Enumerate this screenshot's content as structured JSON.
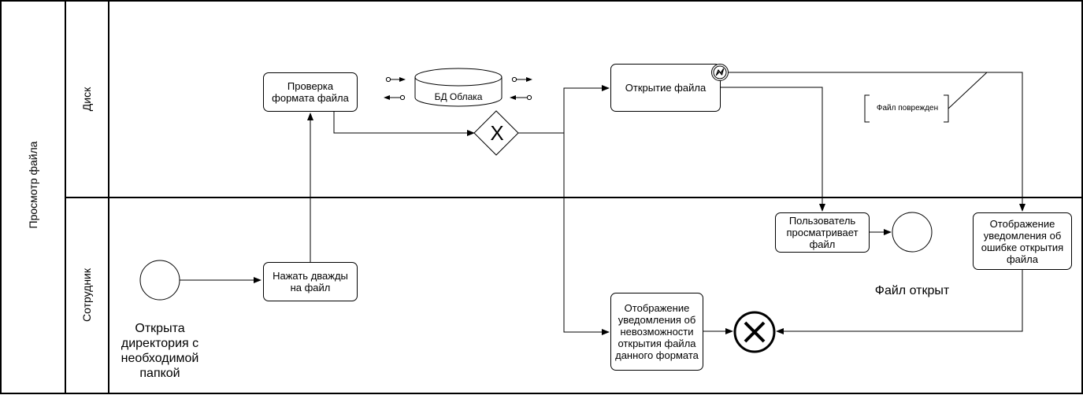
{
  "pool": {
    "title": "Просмотр файла",
    "lanes": [
      {
        "label": "Диск"
      },
      {
        "label": "Сотрудник"
      }
    ]
  },
  "tasks": {
    "check_format": "Проверка формата файла",
    "open_file": "Открытие файла",
    "user_views": "Пользователь просматривает файл",
    "error_notice": "Отображение уведомления об ошибке открытия файла",
    "double_click": "Нажать дважды на файл",
    "unsupported_notice": "Отображение уведомления об невозможности открытия файла данного формата"
  },
  "data_store": {
    "label": "БД Облака"
  },
  "annotation": {
    "text": "Файл поврежден"
  },
  "gateway": {
    "symbol": "X"
  },
  "events": {
    "start_label": "Открыта директория с необходимой папкой",
    "end_label": "Файл открыт"
  }
}
